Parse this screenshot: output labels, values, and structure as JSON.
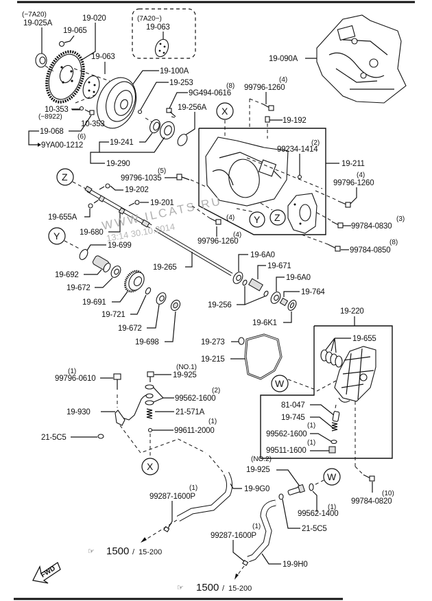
{
  "diagram": {
    "title": "Automatic transaxle parts diagram",
    "watermark": {
      "site": "WWW.ILCATS.RU",
      "timestamp": "13:14 30.10.2014"
    },
    "callouts": {
      "W": "W",
      "X": "X",
      "Y": "Y",
      "Z": "Z"
    },
    "labels": {
      "l_7a20_a": "(−7A20)",
      "l_19_025a": "19-025A",
      "l_19_020": "19-020",
      "l_19_065": "19-065",
      "l_7a20_b": "(7A20−)",
      "l_19_063_box": "19-063",
      "l_19_063": "19-063",
      "l_19_100a": "19-100A",
      "l_19_253": "19-253",
      "l_9g494_qty": "(8)",
      "l_9g494": "9G494-0616",
      "l_19_256a": "19-256A",
      "l_10_353": "10-353",
      "l_8922": "(−8922)",
      "l_19_068": "19-068",
      "l_9ya00_qty": "(6)",
      "l_9ya00": "9YA00-1212",
      "l_19_241": "19-241",
      "l_19_290": "19-290",
      "l_19_090a": "19-090A",
      "l_99796_1260_top_qty": "(4)",
      "l_99796_1260_top": "99796-1260",
      "l_19_192": "19-192",
      "l_99234_qty": "(2)",
      "l_99234": "99234-1414",
      "l_19_211": "19-211",
      "l_99796_1260_r_qty": "(4)",
      "l_99796_1260_r": "99796-1260",
      "l_99784_0830_qty": "(3)",
      "l_99784_0830": "99784-0830",
      "l_99784_0850_qty": "(8)",
      "l_99784_0850": "99784-0850",
      "l_99796_1035_qty": "(5)",
      "l_99796_1035": "99796-1035",
      "l_19_202": "19-202",
      "l_19_201": "19-201",
      "l_19_655a": "19-655A",
      "l_19_680": "19-680",
      "l_99796_1260_m_qty": "(4)",
      "l_99796_1260_m": "99796-1260",
      "l_19_699": "19-699",
      "l_19_692": "19-692",
      "l_19_672_a": "19-672",
      "l_19_691": "19-691",
      "l_19_721": "19-721",
      "l_19_672_b": "19-672",
      "l_19_698": "19-698",
      "l_19_265": "19-265",
      "l_19_6a0_a": "19-6A0",
      "l_19_671": "19-671",
      "l_19_6a0_b": "19-6A0",
      "l_19_764": "19-764",
      "l_19_256": "19-256",
      "l_19_6k1": "19-6K1",
      "l_19_220": "19-220",
      "l_19_655": "19-655",
      "l_19_273": "19-273",
      "l_19_215": "19-215",
      "l_99796_0610_qty": "(1)",
      "l_99796_0610": "99796-0610",
      "l_19_925_no1_qty": "(NO.1)",
      "l_19_925_no1": "19-925",
      "l_99562_1600_qty": "(2)",
      "l_99562_1600": "99562-1600",
      "l_19_930": "19-930",
      "l_21_571a": "21-571A",
      "l_99611_qty": "(1)",
      "l_99611": "99611-2000",
      "l_21_5c5_a": "21-5C5",
      "l_81_047": "81-047",
      "l_19_745": "19-745",
      "l_99562_1600_b_qty": "(1)",
      "l_99562_1600_b": "99562-1600",
      "l_99511_qty": "(1)",
      "l_99511": "99511-1600",
      "l_19_925_no2_qty": "(NO.2)",
      "l_19_925_no2": "19-925",
      "l_19_9g0": "19-9G0",
      "l_99287_a_qty": "(1)",
      "l_99287_a": "99287-1600P",
      "l_99562_1400_qty": "(1)",
      "l_99562_1400": "99562-1400",
      "l_21_5c5_b": "21-5C5",
      "l_99784_0820_qty": "(10)",
      "l_99784_0820": "99784-0820",
      "l_99287_b_qty": "(1)",
      "l_99287_b": "99287-1600P",
      "l_19_9h0": "19-9H0"
    },
    "references": [
      {
        "page": "1500",
        "section": "15-200"
      },
      {
        "page": "1500",
        "section": "15-200"
      }
    ],
    "fwd_arrow": "FWD"
  }
}
